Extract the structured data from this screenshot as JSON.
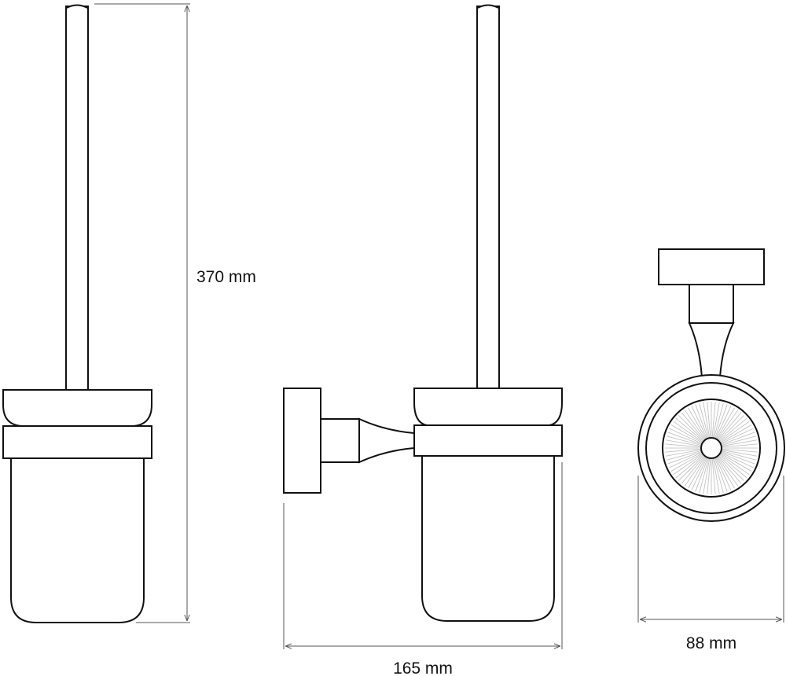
{
  "dimensions": {
    "height": "370 mm",
    "width": "165 mm",
    "depth": "88 mm"
  },
  "colors": {
    "line": "#111111",
    "dimension": "#555555",
    "bristles": "#bbbbbb"
  }
}
